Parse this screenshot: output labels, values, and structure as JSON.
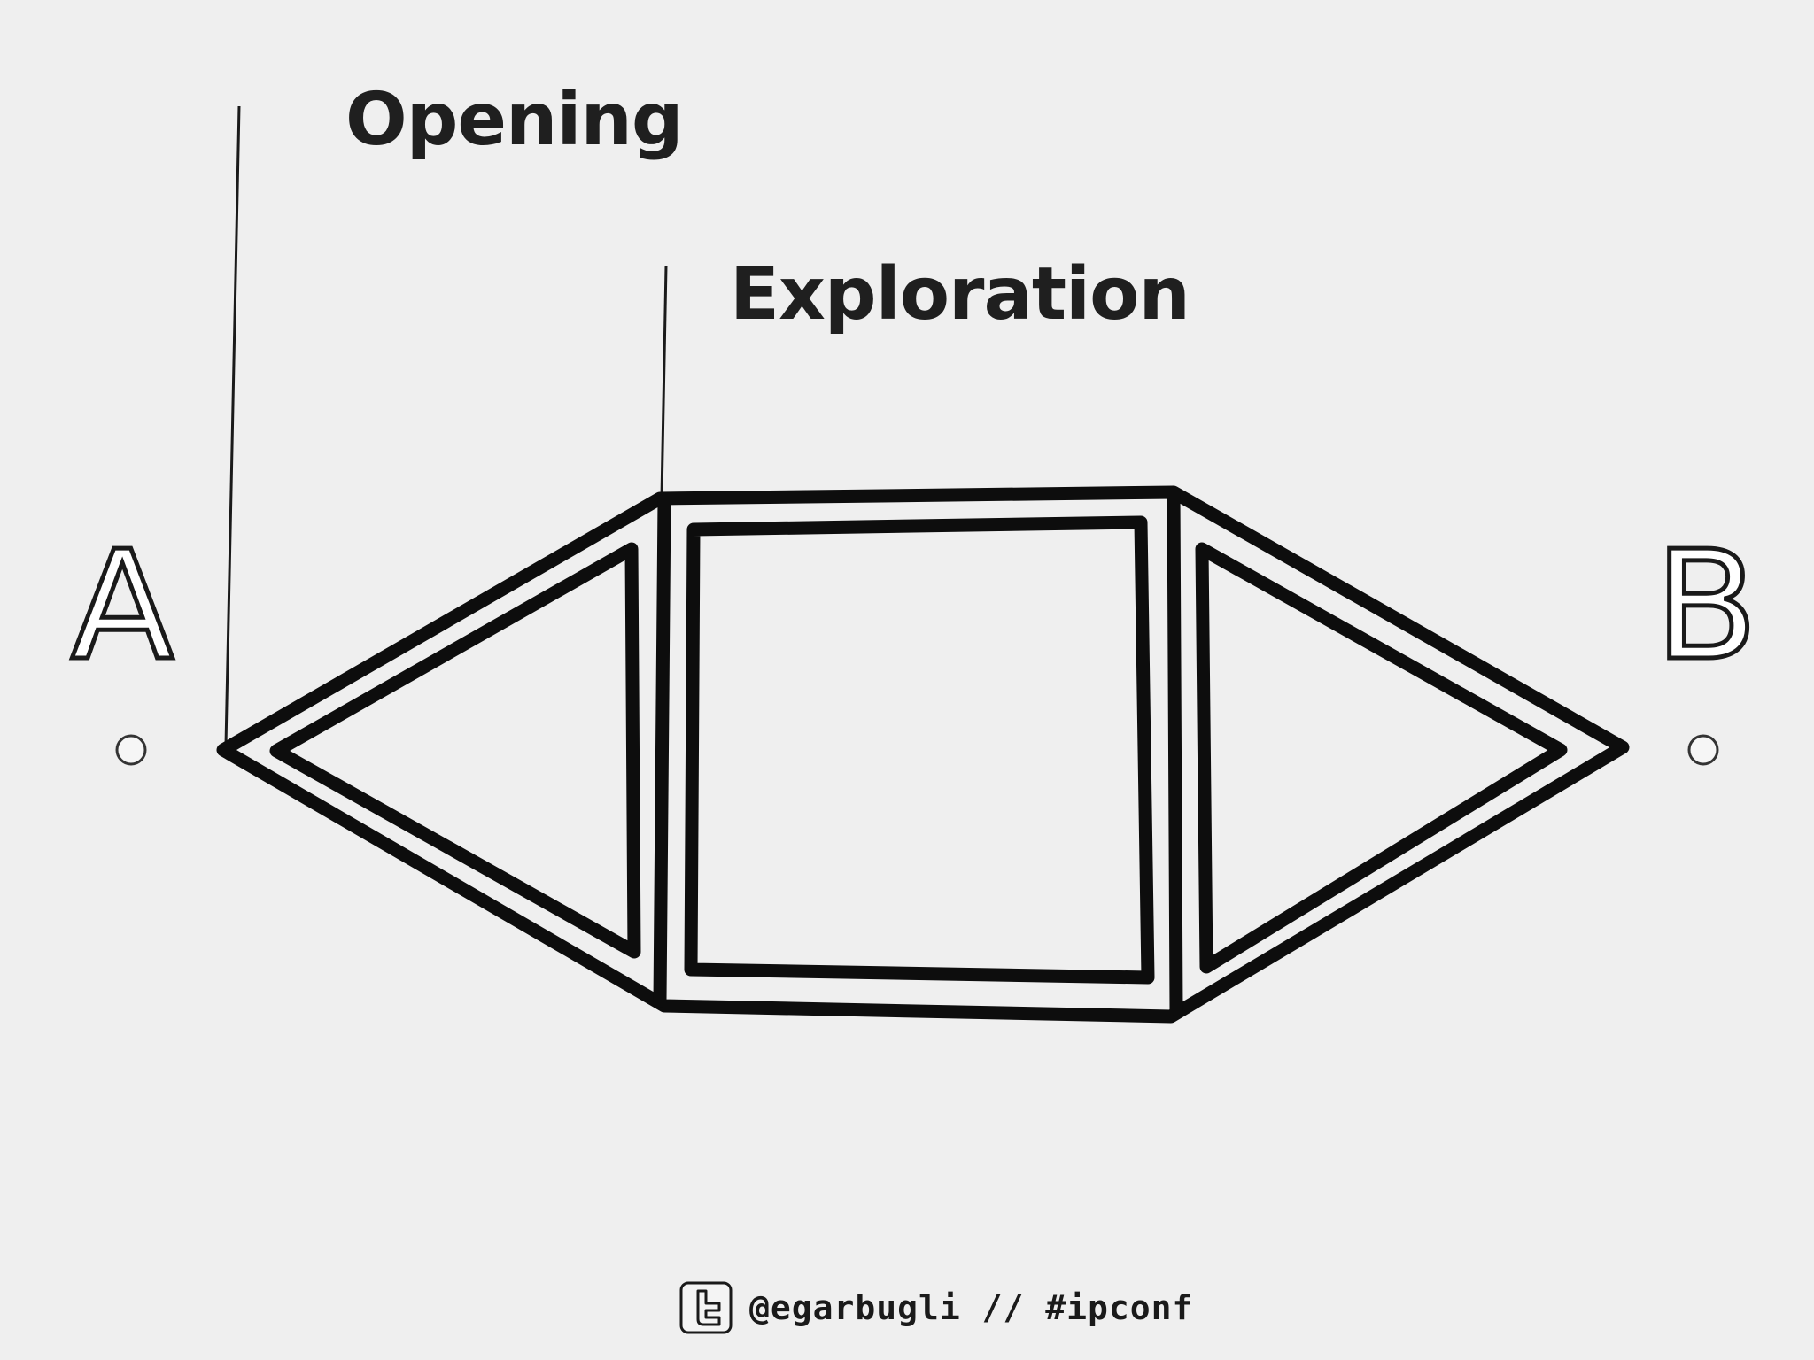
{
  "labels": {
    "opening": "Opening",
    "exploration": "Exploration"
  },
  "endpoints": {
    "start": "A",
    "end": "B"
  },
  "footer": {
    "icon": "twitter-icon",
    "text": "@egarbugli // #ipconf"
  },
  "colors": {
    "background": "#efefef",
    "ink": "#1a1a1a"
  }
}
